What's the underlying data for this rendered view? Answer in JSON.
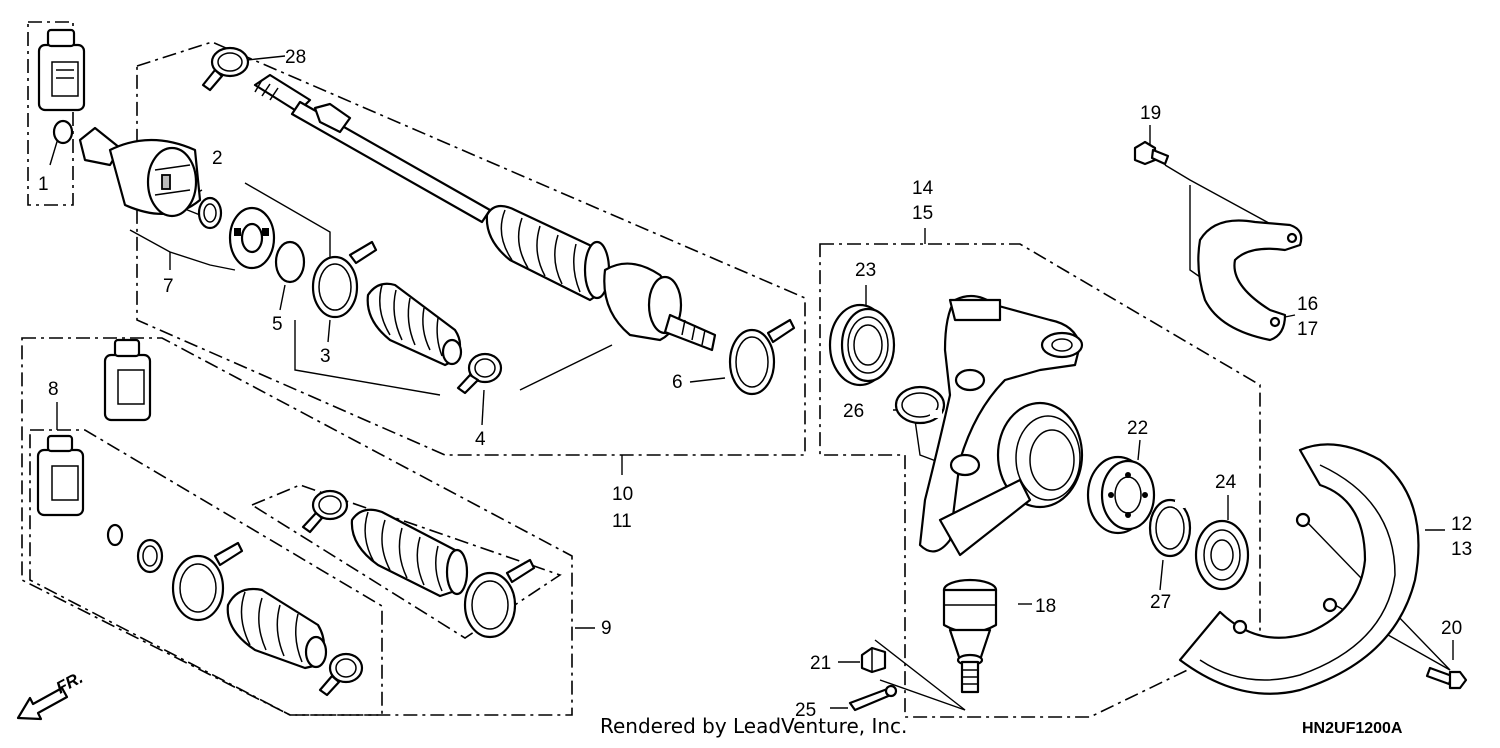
{
  "callouts": [
    "1",
    "2",
    "3",
    "4",
    "5",
    "6",
    "7",
    "8",
    "9",
    "10",
    "11",
    "12",
    "13",
    "14",
    "15",
    "16",
    "17",
    "18",
    "19",
    "20",
    "21",
    "22",
    "23",
    "24",
    "25",
    "26",
    "27",
    "28"
  ],
  "direction_label": "FR.",
  "credit": "Rendered by LeadVenture, Inc.",
  "diagram_code": "HN2UF1200A"
}
